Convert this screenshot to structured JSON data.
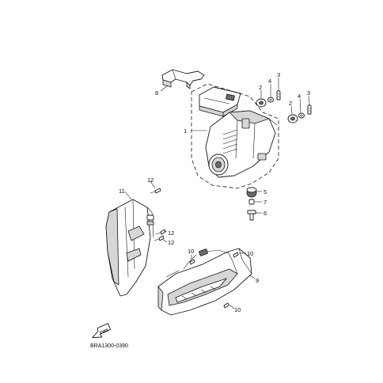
{
  "diagram_code": "BRA1300-0390",
  "direction_arrow": {
    "label": "FWD",
    "icon": "fwd-arrow-icon"
  },
  "callouts": {
    "c1": "1",
    "c2a": "2",
    "c2b": "2",
    "c3a": "3",
    "c3b": "3",
    "c4a": "4",
    "c4b": "4",
    "c5": "5",
    "c6": "6",
    "c7": "7",
    "c8": "8",
    "c9": "9",
    "c10a": "10",
    "c10b": "10",
    "c10c": "10",
    "c11": "11",
    "c12a": "12",
    "c12b": "12",
    "c12c": "12"
  }
}
